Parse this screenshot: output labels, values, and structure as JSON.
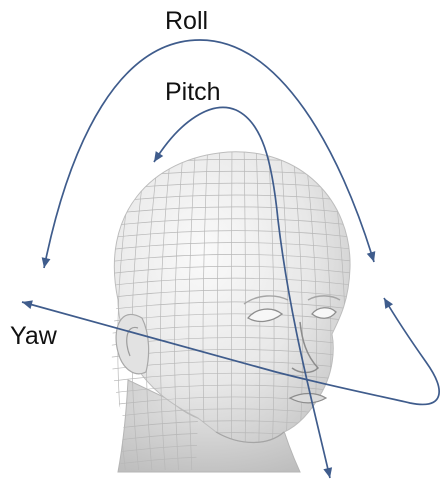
{
  "labels": {
    "roll": "Roll",
    "pitch": "Pitch",
    "yaw": "Yaw"
  },
  "colors": {
    "arrow": "#3F5C8C",
    "head_fill": "#EFEFEF",
    "head_shade": "#D2D2D2",
    "mesh": "#B8B8B8",
    "text": "#111111"
  },
  "figure": {
    "subject": "head-wireframe-mesh"
  }
}
